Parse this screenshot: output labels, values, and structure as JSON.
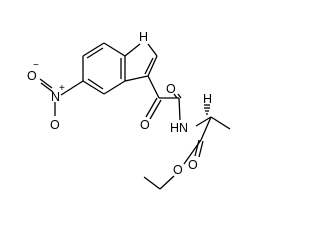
{
  "structure": {
    "atom_labels": {
      "indole_nh": "H",
      "nitro_o_left": "O",
      "nitro_n": "N",
      "nitro_o_bottom": "O",
      "keto_o": "O",
      "amide_o": "O",
      "amide_nh": "HN",
      "stereo_h": "H",
      "ester_o_carbonyl": "O",
      "ester_o_ether": "O"
    },
    "charges": {
      "nitro_n": "+",
      "nitro_o_left": "−"
    }
  }
}
